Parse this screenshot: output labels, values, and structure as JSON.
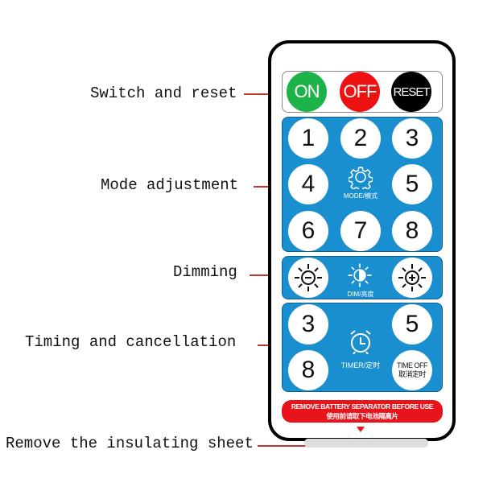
{
  "callouts": [
    "Switch and reset",
    "Mode adjustment",
    "Dimming",
    "Timing and cancellation",
    "Remove the insulating sheet"
  ],
  "power": {
    "on": "ON",
    "off": "OFF",
    "reset": "RESET",
    "colors": {
      "on": "#1db34a",
      "off": "#ee1111",
      "reset": "#000000"
    }
  },
  "mode": {
    "buttons": [
      "1",
      "2",
      "3",
      "4",
      "5",
      "6",
      "7",
      "8"
    ],
    "caption": "MODE/模式"
  },
  "dim": {
    "caption": "DIM/亮度"
  },
  "timer": {
    "buttons": [
      "3",
      "5",
      "8"
    ],
    "caption": "TIMER/定时",
    "timeoff_en": "TIME OFF",
    "timeoff_cn": "取消定时"
  },
  "banner": {
    "en": "REMOVE BATTERY SEPARATOR BEFORE USE",
    "cn": "使用前请取下电池隔离片"
  }
}
